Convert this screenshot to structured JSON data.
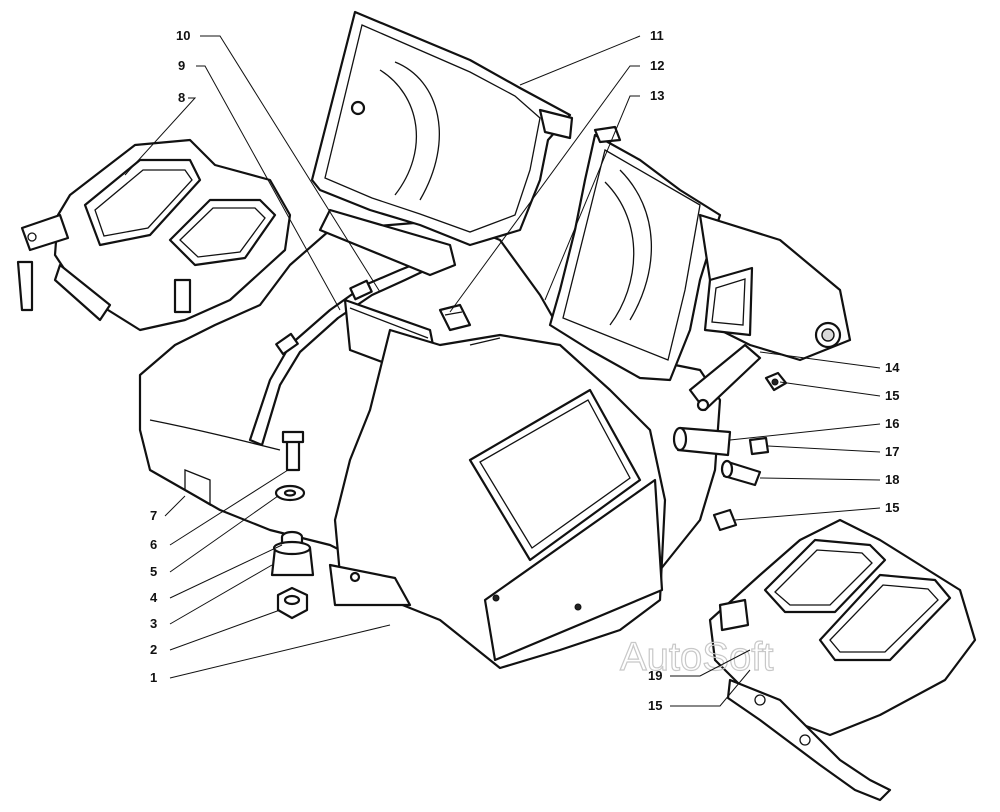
{
  "watermark": "AutoSoft",
  "callouts": {
    "c1": "1",
    "c2": "2",
    "c3": "3",
    "c4": "4",
    "c5": "5",
    "c6": "6",
    "c7": "7",
    "c8": "8",
    "c9": "9",
    "c10": "10",
    "c11": "11",
    "c12": "12",
    "c13": "13",
    "c14": "14",
    "c15a": "15",
    "c16": "16",
    "c17": "17",
    "c18": "18",
    "c15b": "15",
    "c19": "19",
    "c15c": "15"
  }
}
